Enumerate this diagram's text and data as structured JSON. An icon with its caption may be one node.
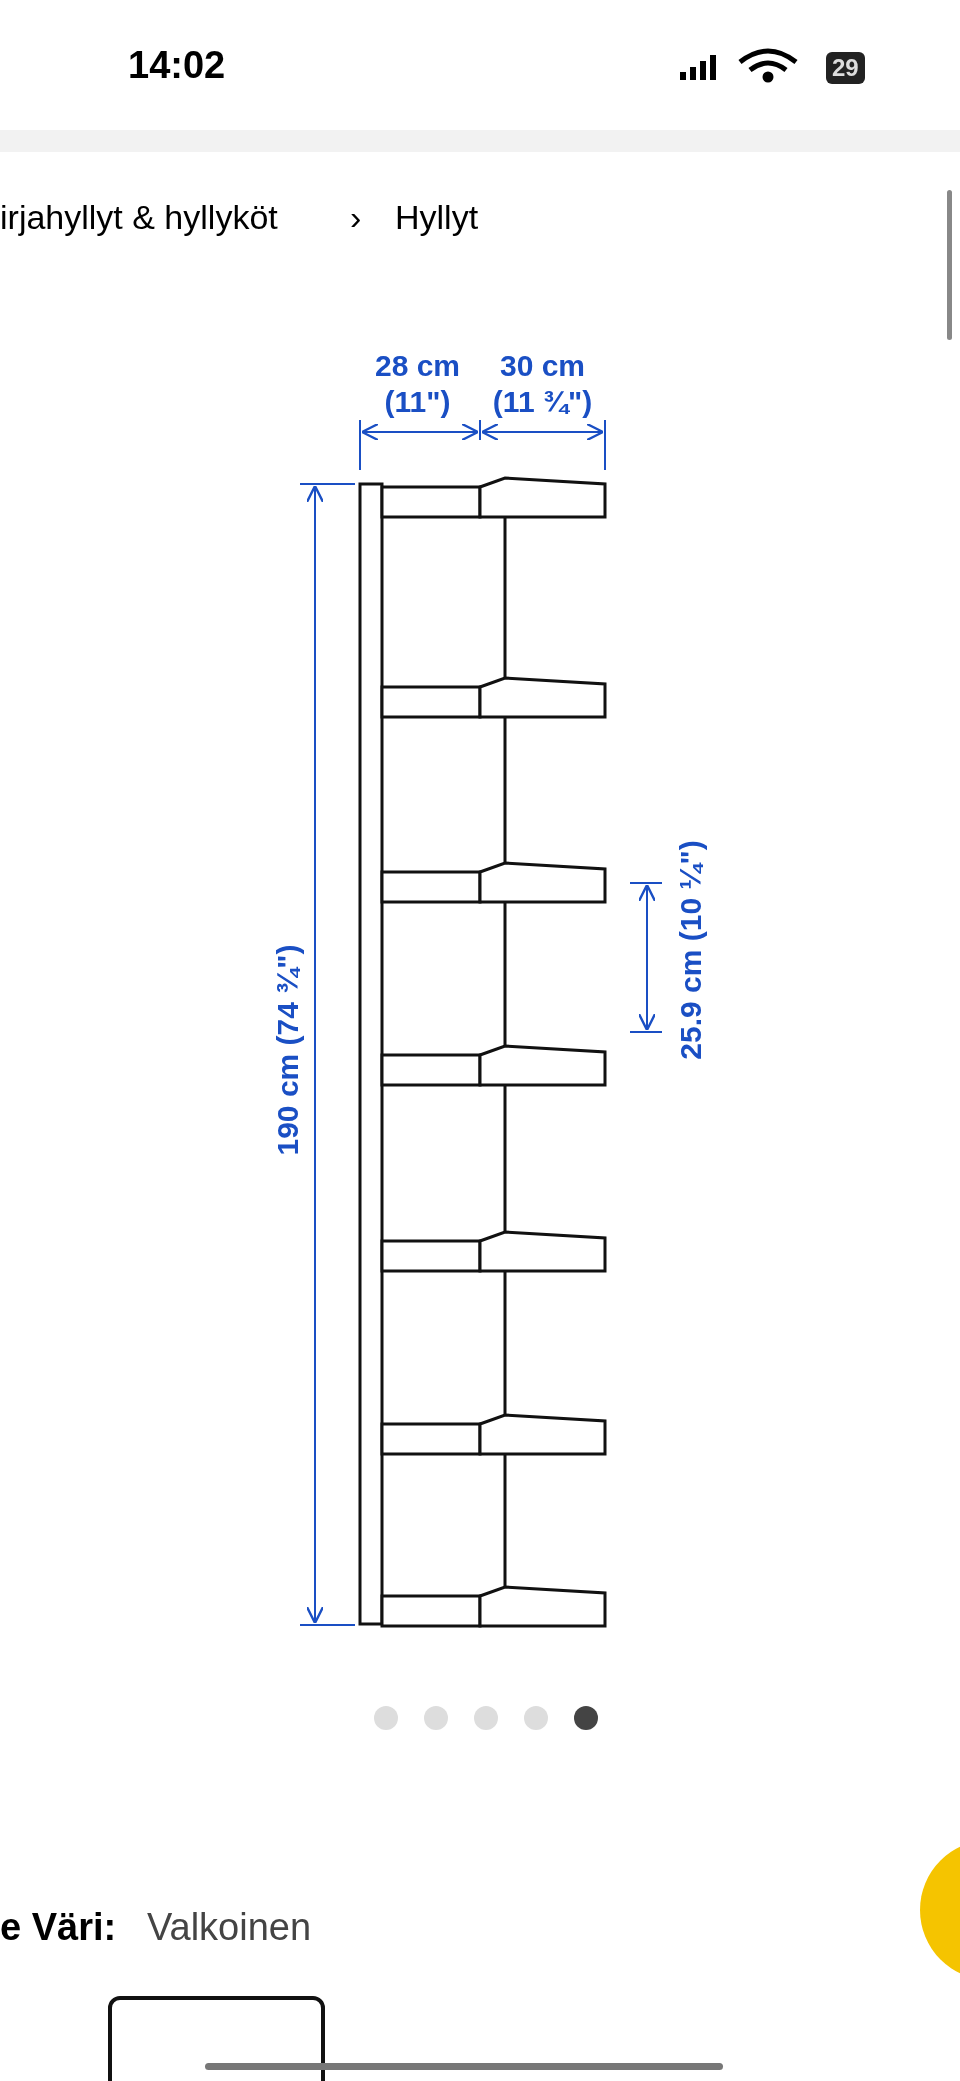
{
  "diagram": {
    "labels": [
      "14:02",
      "29",
      "irjahyllyt & hyllyköt",
      "›",
      "Hyllyt",
      "28 cm (11\")",
      "30 cm (11 ¾\")",
      "25.9 cm (10 ¼\")",
      "190 cm (74 ¾\")",
      "e Väri:",
      "Valkoinen"
    ]
  }
}
